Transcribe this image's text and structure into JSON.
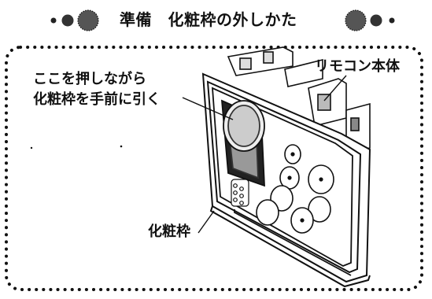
{
  "header": {
    "title": "準備　化粧枠の外しかた"
  },
  "callouts": {
    "press_line1": "ここを押しながら",
    "press_line2": "化粧枠を手前に引く",
    "remote_body": "リモコン本体",
    "decorative_frame": "化粧枠"
  },
  "colors": {
    "ink": "#111111",
    "paper": "#ffffff"
  }
}
